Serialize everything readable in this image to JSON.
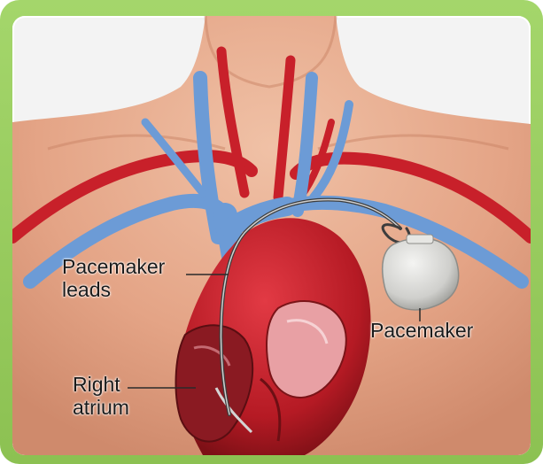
{
  "labels": {
    "pacemaker_leads": [
      "Pacemaker",
      "leads"
    ],
    "right_atrium": [
      "Right",
      "atrium"
    ],
    "pacemaker": "Pacemaker"
  },
  "colors": {
    "frame_green": "#8cc152",
    "skin": "#e7a98c",
    "vein_blue": "#6c9bd6",
    "artery_red": "#c8202a",
    "heart_red": "#c4202c",
    "device_gray": "#d2d2d0"
  },
  "icons": {
    "torso": "torso-illustration",
    "heart": "heart-illustration",
    "device": "pacemaker-device-icon"
  }
}
